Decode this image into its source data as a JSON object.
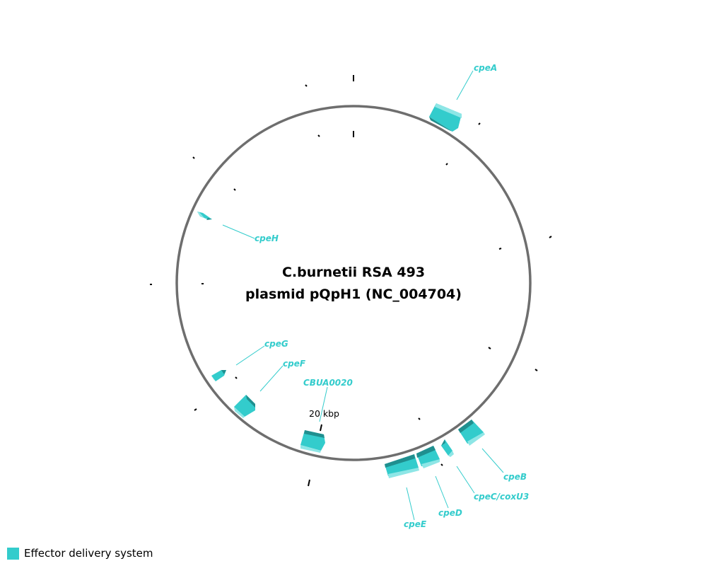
{
  "title": {
    "line1": "C.burnetii RSA 493",
    "line2": "plasmid pQpH1 (NC_004704)"
  },
  "colors": {
    "gene": "#33cccc",
    "gene_dark": "#1f8f8f",
    "gene_light": "#8ee6e6",
    "backbone": "#6e6e6e",
    "tick": "#000000"
  },
  "scale": {
    "label": "20 kbp"
  },
  "legend": [
    {
      "label": "Effector delivery system",
      "color": "#33cccc"
    }
  ],
  "genes": [
    {
      "name": "cpeA"
    },
    {
      "name": "cpeB"
    },
    {
      "name": "cpeC/coxU3"
    },
    {
      "name": "cpeD"
    },
    {
      "name": "cpeE"
    },
    {
      "name": "CBUA0020"
    },
    {
      "name": "cpeF"
    },
    {
      "name": "cpeG"
    },
    {
      "name": "cpeH"
    }
  ]
}
